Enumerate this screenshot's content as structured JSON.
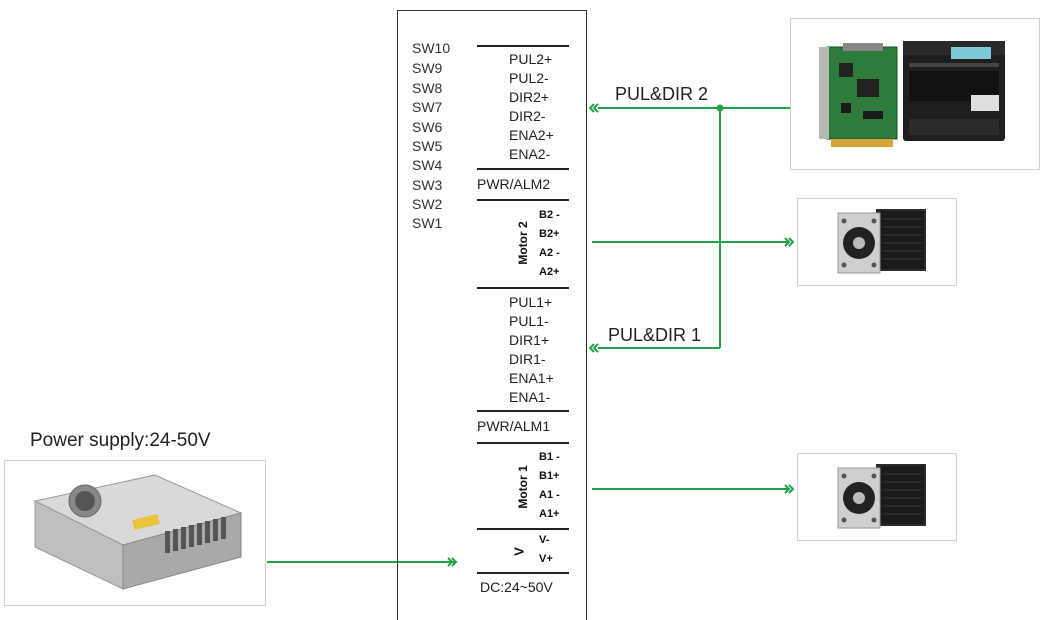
{
  "driver": {
    "switches": [
      "SW10",
      "SW9",
      "SW8",
      "SW7",
      "SW6",
      "SW5",
      "SW4",
      "SW3",
      "SW2",
      "SW1"
    ],
    "ch2_pins": [
      "PUL2+",
      "PUL2-",
      "DIR2+",
      "DIR2-",
      "ENA2+",
      "ENA2-"
    ],
    "pwr_alm2": "PWR/ALM2",
    "motor2": {
      "label": "Motor 2",
      "pins": [
        "B2 -",
        "B2+",
        "A2 -",
        "A2+"
      ]
    },
    "ch1_pins": [
      "PUL1+",
      "PUL1-",
      "DIR1+",
      "DIR1-",
      "ENA1+",
      "ENA1-"
    ],
    "pwr_alm1": "PWR/ALM1",
    "motor1": {
      "label": "Motor 1",
      "pins": [
        "B1 -",
        "B1+",
        "A1 -",
        "A1+"
      ]
    },
    "power": {
      "label": "V",
      "pins": [
        "V-",
        "V+"
      ]
    },
    "dc_range": "DC:24~50V"
  },
  "signals": {
    "ch2": "PUL&DIR 2",
    "ch1": "PUL&DIR 1"
  },
  "power_supply": {
    "caption": "Power supply:24-50V"
  },
  "colors": {
    "wire": "#22a44a",
    "line": "#222222"
  },
  "icons": {
    "controller": "controller-card-and-plc-image",
    "motor": "stepper-motor-image",
    "psu": "power-supply-image"
  }
}
